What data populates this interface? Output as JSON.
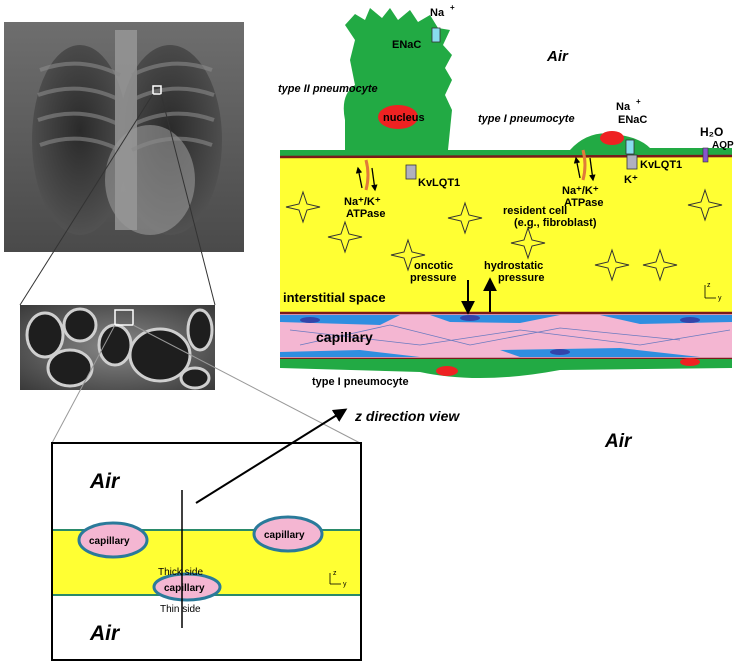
{
  "labels": {
    "air_top": "Air",
    "air_mid": "Air",
    "air_box_top": "Air",
    "air_box_bottom": "Air",
    "type2": "type II pneumocyte",
    "type1_top": "type I pneumocyte",
    "type1_bottom": "type I pneumocyte",
    "nucleus": "nucleus",
    "na_left": "Na",
    "na_right": "Na",
    "enac_left": "ENaC",
    "enac_right": "ENaC",
    "h2o": "H₂O",
    "aqp": "AQP",
    "kvlqt1_left": "KvLQT1",
    "kvlqt1_right": "KvLQT1",
    "k_plus": "K⁺",
    "pump_left_1": "Na⁺/K⁺",
    "pump_left_2": "ATPase",
    "pump_right_1": "Na⁺/K⁺",
    "pump_right_2": "ATPase",
    "resident_1": "resident cell",
    "resident_2": "(e.g., fibroblast)",
    "oncotic_1": "oncotic",
    "oncotic_2": "pressure",
    "hydro_1": "hydrostatic",
    "hydro_2": "pressure",
    "interstitial": "interstitial space",
    "capillary_main": "capillary",
    "z_view": "z direction view",
    "cap_a": "capillary",
    "cap_b": "capillary",
    "cap_c": "capillary",
    "thick": "Thick side",
    "thin": "Thin side",
    "axis_y": "y",
    "axis_z": "z"
  },
  "colors": {
    "interstitium": "#ffff33",
    "epithelium": "#22aa44",
    "capillary": "#f4b6d2",
    "rbc": "#ee2222",
    "blue": "#2f8ee0",
    "membrane": "#7a1a1a"
  }
}
